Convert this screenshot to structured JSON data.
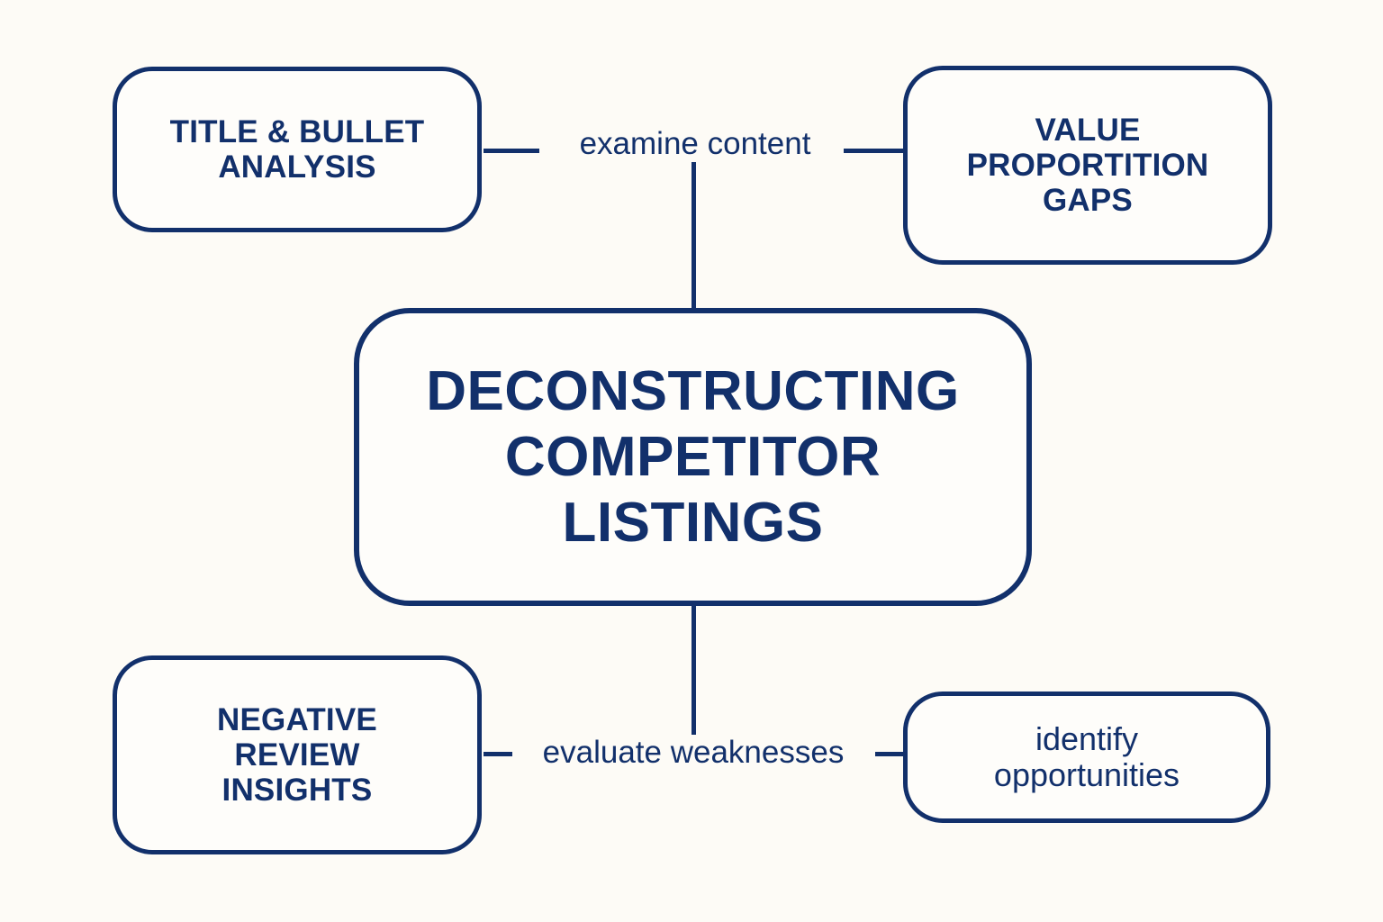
{
  "diagram": {
    "type": "mind-map",
    "background_color": "#FDFBF6",
    "accent_color": "#12306B",
    "center": {
      "label": "DECONSTRUCTING\nCOMPETITOR\nLISTINGS"
    },
    "nodes": [
      {
        "id": "title-bullet",
        "label": "TITLE & BULLET\nANALYSIS",
        "position": "top-left",
        "style": "uppercase-bold"
      },
      {
        "id": "value-gaps",
        "label": "VALUE\nPROPORTITION\nGAPS",
        "position": "top-right",
        "style": "uppercase-bold"
      },
      {
        "id": "negative-review",
        "label": "NEGATIVE\nREVIEW\nINSIGHTS",
        "position": "bottom-left",
        "style": "uppercase-bold"
      },
      {
        "id": "identify-opps",
        "label": "identify\nopportunities",
        "position": "bottom-right",
        "style": "lowercase-regular"
      }
    ],
    "edge_labels": [
      {
        "id": "examine-content",
        "label": "examine content",
        "position": "top"
      },
      {
        "id": "evaluate-weaknesses",
        "label": "evaluate weaknesses",
        "position": "bottom"
      }
    ]
  }
}
